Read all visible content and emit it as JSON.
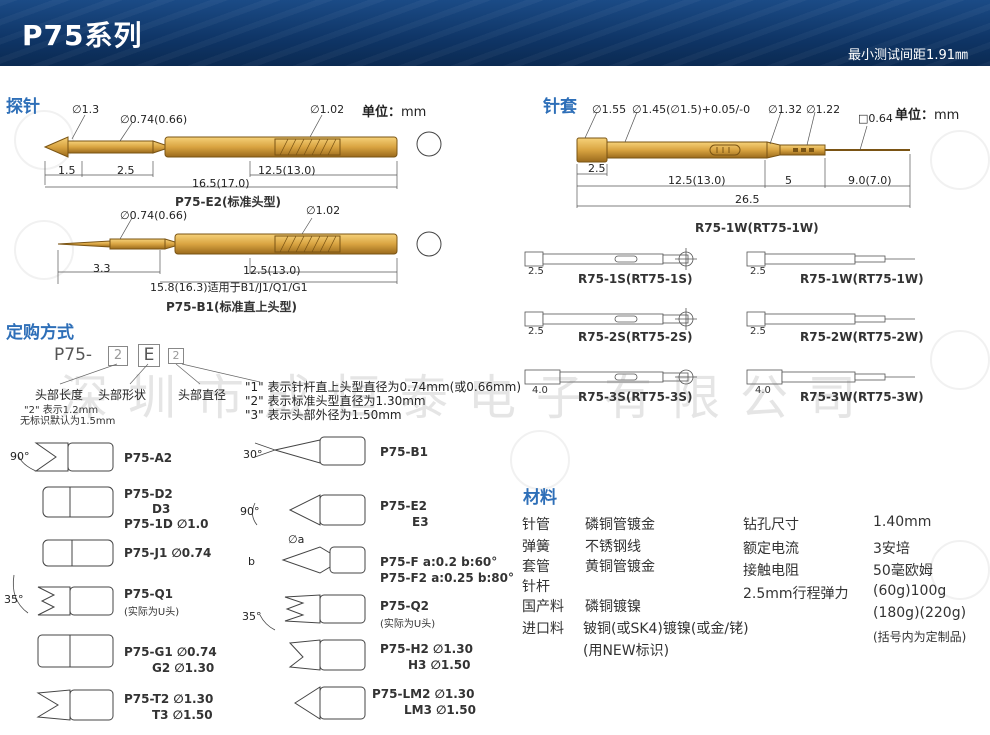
{
  "header": {
    "title": "P75系列",
    "min_spacing": "最小测试间距1.91㎜"
  },
  "probe": {
    "section_title": "探针",
    "unit_label": "单位：",
    "unit_value": "mm",
    "e2": {
      "d1": "∅1.3",
      "d2": "∅0.74(0.66)",
      "d3": "∅1.02",
      "dim1": "1.5",
      "dim2": "2.5",
      "dim3": "12.5(13.0)",
      "dim4": "16.5(17.0)",
      "caption": "P75-E2(标准头型)"
    },
    "b1": {
      "d2": "∅0.74(0.66)",
      "d3": "∅1.02",
      "dim1": "3.3",
      "dim2": "12.5(13.0)",
      "dim3": "15.8(16.3)适用于B1/J1/Q1/G1",
      "caption": "P75-B1(标准直上头型)"
    }
  },
  "socket": {
    "section_title": "针套",
    "unit_label": "单位：",
    "unit_value": "mm",
    "d1": "∅1.55",
    "d2": "∅1.45(∅1.5)+0.05/-0",
    "d3": "∅1.32",
    "d4": "∅1.22",
    "d5": "□0.64",
    "dim1": "2.5",
    "dim2": "12.5(13.0)",
    "dim3": "5",
    "dim4": "9.0(7.0)",
    "dim5": "26.5",
    "caption": "R75-1W(RT75-1W)",
    "variants": [
      {
        "label": "R75-1S(RT75-1S)",
        "dim": "2.5"
      },
      {
        "label": "R75-1W(RT75-1W)",
        "dim": "2.5"
      },
      {
        "label": "R75-2S(RT75-2S)",
        "dim": "2.5"
      },
      {
        "label": "R75-2W(RT75-2W)",
        "dim": "2.5"
      },
      {
        "label": "R75-3S(RT75-3S)",
        "dim": "4.0"
      },
      {
        "label": "R75-3W(RT75-3W)",
        "dim": "4.0"
      }
    ]
  },
  "order": {
    "section_title": "定购方式",
    "code": "P75-",
    "box1": "2",
    "box2": "E",
    "box3": "2",
    "lbl_length": "头部长度",
    "lbl_shape": "头部形状",
    "lbl_diameter": "头部直径",
    "note_len1": "\"2\" 表示1.2mm",
    "note_len2": "无标识默认为1.5mm",
    "note_d1": "\"1\" 表示针杆直上头型直径为0.74mm(或0.66mm)",
    "note_d2": "\"2\" 表示标准头型直径为1.30mm",
    "note_d3": "\"3\" 表示头部外径为1.50mm"
  },
  "heads_left": [
    {
      "angle": "90°",
      "line1": "P75-A2",
      "line2": "",
      "line3": ""
    },
    {
      "angle": "",
      "line1": "P75-D2",
      "line2": "D3",
      "line3": "P75-1D ∅1.0"
    },
    {
      "angle": "",
      "line1": "P75-J1  ∅0.74",
      "line2": "",
      "line3": ""
    },
    {
      "angle": "35°",
      "line1": "P75-Q1",
      "line2": "(实际为U头)",
      "line3": ""
    },
    {
      "angle": "",
      "line1": "P75-G1 ∅0.74",
      "line2": "G2 ∅1.30",
      "line3": ""
    },
    {
      "angle": "",
      "line1": "P75-T2 ∅1.30",
      "line2": "T3 ∅1.50",
      "line3": ""
    }
  ],
  "heads_right": [
    {
      "angle": "30°",
      "line1": "P75-B1",
      "line2": ""
    },
    {
      "angle": "90°",
      "line1": "P75-E2",
      "line2": "E3"
    },
    {
      "angle": "∅a",
      "angle2": "b",
      "line1": "P75-F   a:0.2  b:60°",
      "line2": "P75-F2 a:0.25 b:80°"
    },
    {
      "angle": "35°",
      "line1": "P75-Q2",
      "line2": "(实际为U头)"
    },
    {
      "angle": "",
      "line1": "P75-H2  ∅1.30",
      "line2": "H3  ∅1.50"
    },
    {
      "angle": "",
      "line1": "P75-LM2 ∅1.30",
      "line2": "LM3 ∅1.50"
    }
  ],
  "materials": {
    "section_title": "材料",
    "rows": [
      {
        "name": "针管",
        "value": "磷铜管镀金"
      },
      {
        "name": "弹簧",
        "value": "不锈钢线"
      },
      {
        "name": "套管",
        "value": "黄铜管镀金"
      },
      {
        "name": "针杆",
        "value": ""
      },
      {
        "name": "国产料",
        "value": "磷铜镀镍"
      },
      {
        "name": "进口料",
        "value": "铍铜(或SK4)镀镍(或金/铑)"
      },
      {
        "name": "",
        "value": "(用NEW标识)"
      }
    ],
    "specs": [
      {
        "name": "钻孔尺寸",
        "value": "1.40mm"
      },
      {
        "name": "额定电流",
        "value": "3安培"
      },
      {
        "name": "接触电阻",
        "value": "50毫欧姆"
      },
      {
        "name": "2.5mm行程弹力",
        "value": "(60g)100g"
      },
      {
        "name": "",
        "value": "(180g)(220g)"
      },
      {
        "name": "",
        "value": "(括号内为定制品)"
      }
    ]
  },
  "watermark": "深圳市成恒泰电子有限公司",
  "colors": {
    "header": "#14427a",
    "accent": "#2e6fb8",
    "gold": "#d9a441"
  }
}
